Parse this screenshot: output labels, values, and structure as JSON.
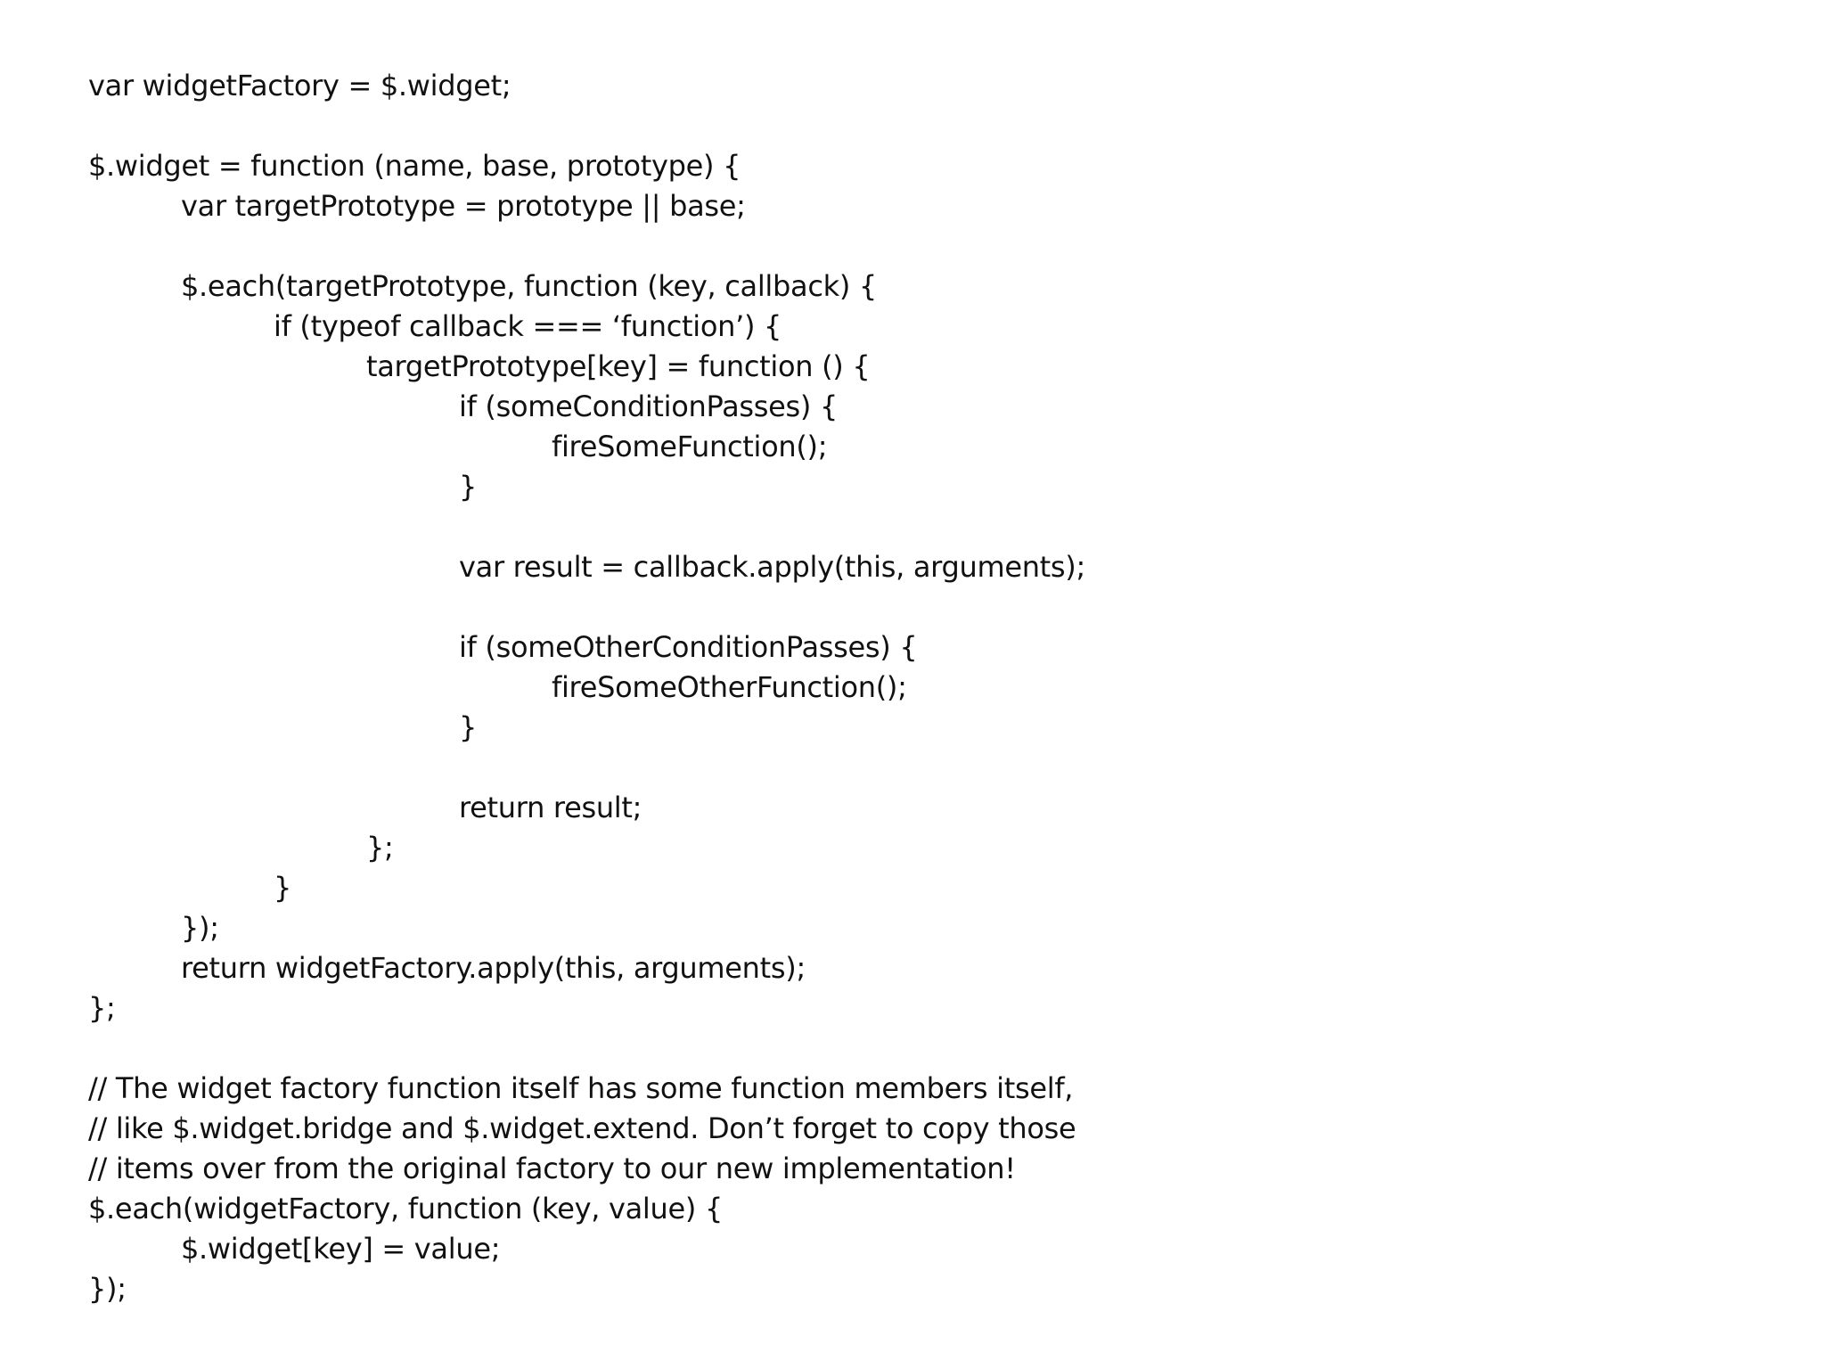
{
  "code_lines": [
    {
      "text": "var widgetFactory = $.widget;",
      "indent": 0
    },
    {
      "text": "",
      "indent": 0
    },
    {
      "text": "$.widget = function (name, base, prototype) {",
      "indent": 0
    },
    {
      "text": "var targetPrototype = prototype || base;",
      "indent": 1
    },
    {
      "text": "",
      "indent": 0
    },
    {
      "text": "$.each(targetPrototype, function (key, callback) {",
      "indent": 1
    },
    {
      "text": "if (typeof callback === ‘function’) {",
      "indent": 2
    },
    {
      "text": "targetPrototype[key] = function () {",
      "indent": 3
    },
    {
      "text": "if (someConditionPasses) {",
      "indent": 4
    },
    {
      "text": "fireSomeFunction();",
      "indent": 5
    },
    {
      "text": "}",
      "indent": 4
    },
    {
      "text": "",
      "indent": 0
    },
    {
      "text": "var result = callback.apply(this, arguments);",
      "indent": 4
    },
    {
      "text": "",
      "indent": 0
    },
    {
      "text": "if (someOtherConditionPasses) {",
      "indent": 4
    },
    {
      "text": "fireSomeOtherFunction();",
      "indent": 5
    },
    {
      "text": "}",
      "indent": 4
    },
    {
      "text": "",
      "indent": 0
    },
    {
      "text": "return result;",
      "indent": 4
    },
    {
      "text": "};",
      "indent": 3
    },
    {
      "text": "}",
      "indent": 2
    },
    {
      "text": "});",
      "indent": 1
    },
    {
      "text": "return widgetFactory.apply(this, arguments);",
      "indent": 1
    },
    {
      "text": "};",
      "indent": 0
    },
    {
      "text": "",
      "indent": 0
    },
    {
      "text": "// The widget factory function itself has some function members itself,",
      "indent": 0
    },
    {
      "text": "// like $.widget.bridge and $.widget.extend. Don’t forget to copy those",
      "indent": 0
    },
    {
      "text": "// items over from the original factory to our new implementation!",
      "indent": 0
    },
    {
      "text": "$.each(widgetFactory, function (key, value) {",
      "indent": 0
    },
    {
      "text": "$.widget[key] = value;",
      "indent": 1
    },
    {
      "text": "});",
      "indent": 0
    }
  ]
}
